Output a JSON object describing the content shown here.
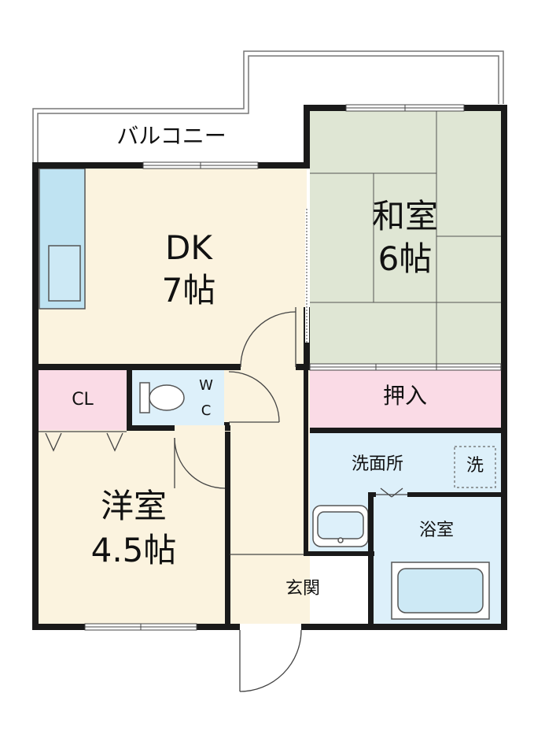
{
  "rooms": {
    "balcony": "バルコニー",
    "dk_name": "DK",
    "dk_size": "7帖",
    "washitsu_name": "和室",
    "washitsu_size": "6帖",
    "oshiire": "押入",
    "cl": "CL",
    "wc_w": "W",
    "wc_c": "C",
    "yoshitsu_name": "洋室",
    "yoshitsu_size": "4.5帖",
    "senmenjo": "洗面所",
    "sentaku": "洗",
    "yokushitsu": "浴室",
    "genkan": "玄関"
  },
  "colors": {
    "wall": "#1a1a1a",
    "dk_floor": "#fbf3df",
    "washitsu_floor": "#dfe6d4",
    "storage": "#fadbe6",
    "wet_area": "#ddf0fa",
    "fixture": "#bfe3f2"
  }
}
